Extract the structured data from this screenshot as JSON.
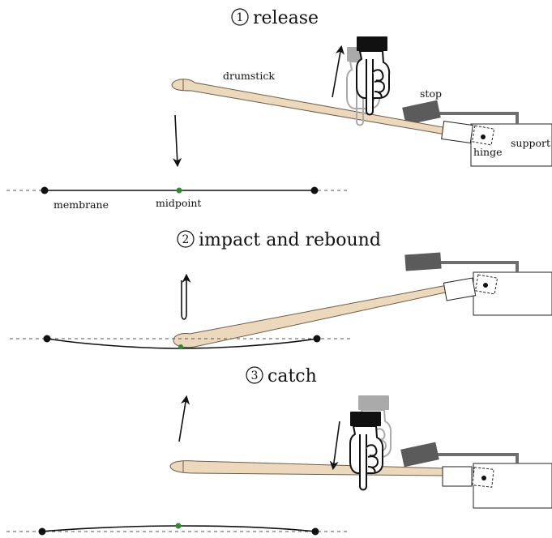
{
  "panels": [
    {
      "marker": "1",
      "title": "release"
    },
    {
      "marker": "2",
      "title": "impact and rebound"
    },
    {
      "marker": "3",
      "title": "catch"
    }
  ],
  "labels": {
    "drumstick": "drumstick",
    "stop": "stop",
    "hinge": "hinge",
    "support": "support",
    "membrane": "membrane",
    "midpoint": "midpoint"
  },
  "colors": {
    "drumstick_fill": "#ecd9bd",
    "stop_block": "#5b5b5b",
    "midpoint_dot": "#2e8b2e",
    "ghost_hand": "#aaaaaa"
  }
}
